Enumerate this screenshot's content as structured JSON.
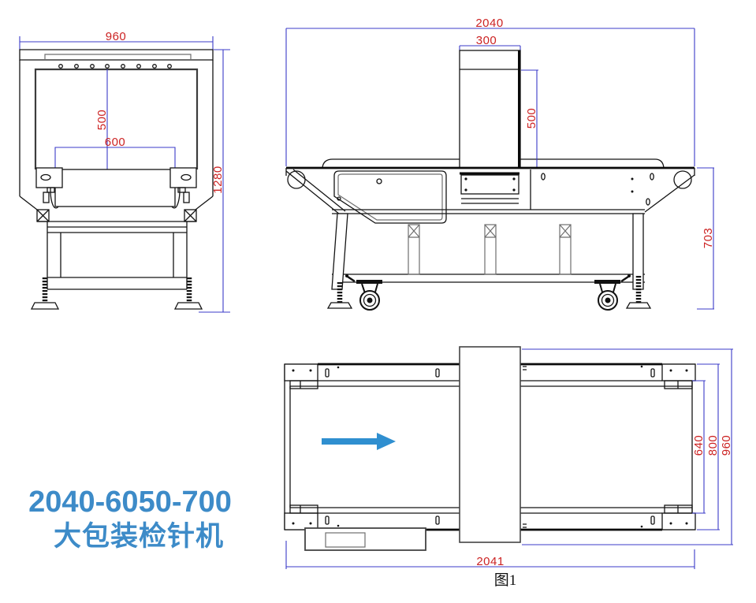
{
  "title": {
    "line1": "2040-6050-700",
    "line2": "大包装检针机"
  },
  "caption": "图1",
  "views": {
    "front": {
      "name": "front-view",
      "dims": {
        "width": "960",
        "opening_height": "500",
        "belt_width": "600",
        "total_height": "1280"
      }
    },
    "side": {
      "name": "side-view",
      "dims": {
        "length": "2040",
        "head_width": "300",
        "head_height": "500",
        "bed_height": "703"
      }
    },
    "top": {
      "name": "top-view",
      "dims": {
        "belt_width": "640",
        "frame_width": "800",
        "overall_width": "960",
        "length": "2041"
      }
    }
  },
  "icons": {
    "flow_arrow": "right-arrow"
  },
  "colors": {
    "dimension_line": "#3b3bc8",
    "dimension_text": "#cc2323",
    "drawing_line": "#141414",
    "flow_arrow": "#2f8fd0",
    "title_text": "#3d8bc8"
  }
}
